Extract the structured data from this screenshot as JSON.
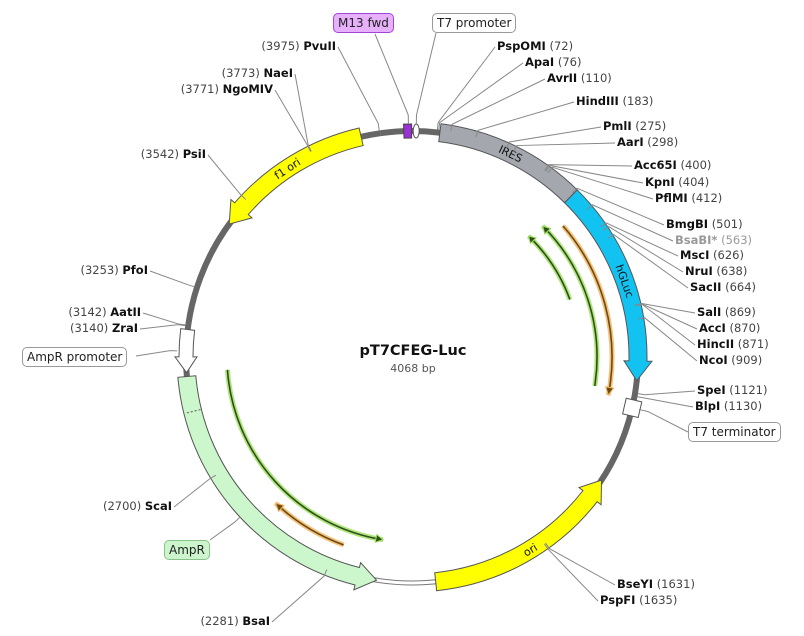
{
  "plasmid": {
    "name": "pT7CFEG-Luc",
    "size_label": "4068 bp",
    "length_bp": 4068
  },
  "colors": {
    "backbone": "#666666",
    "ires": "#a4a8ae",
    "hgluc": "#12c3f2",
    "ori": "#ffff00",
    "ampr": "#ccf7cc",
    "green_track": "#9be05a",
    "orange_track": "#f3b45a"
  },
  "features": [
    {
      "name": "IRES",
      "start": 80,
      "end": 505,
      "dir": "none",
      "color": "#a4a8ae",
      "label_inside": true
    },
    {
      "name": "hGLuc",
      "start": 505,
      "end": 1085,
      "dir": "fwd",
      "color": "#12c3f2",
      "label_inside": true
    },
    {
      "name": "ori",
      "start": 1390,
      "end": 1966,
      "dir": "rev",
      "color": "#ffff00",
      "label_inside": true
    },
    {
      "name": "AmpR",
      "start": 2136,
      "end": 2995,
      "dir": "rev",
      "color": "#ccf7cc",
      "label_inside": false
    },
    {
      "name": "AmpR promoter",
      "start": 3006,
      "end": 3130,
      "dir": "rev",
      "color": "#ffffff",
      "label_inside": false
    },
    {
      "name": "f1 ori",
      "start": 3458,
      "end": 3921,
      "dir": "rev",
      "color": "#ffff00",
      "label_inside": true
    }
  ],
  "feature_labels": {
    "m13_fwd": "M13 fwd",
    "t7_promoter": "T7 promoter",
    "t7_terminator": "T7 terminator",
    "ampr_promoter": "AmpR promoter",
    "ampr": "AmpR"
  },
  "small_features": {
    "m13_fwd_bp": 4058,
    "t7_promoter_bp": 12,
    "t7_terminator_bp": 1164
  },
  "sites": [
    {
      "name": "PspOMI",
      "pos": 72,
      "pos_label": "(72)"
    },
    {
      "name": "ApaI",
      "pos": 76,
      "pos_label": "(76)"
    },
    {
      "name": "AvrII",
      "pos": 110,
      "pos_label": "(110)"
    },
    {
      "name": "HindIII",
      "pos": 183,
      "pos_label": "(183)"
    },
    {
      "name": "PmlI",
      "pos": 275,
      "pos_label": "(275)"
    },
    {
      "name": "AarI",
      "pos": 298,
      "pos_label": "(298)"
    },
    {
      "name": "Acc65I",
      "pos": 400,
      "pos_label": "(400)"
    },
    {
      "name": "KpnI",
      "pos": 404,
      "pos_label": "(404)"
    },
    {
      "name": "PflMI",
      "pos": 412,
      "pos_label": "(412)"
    },
    {
      "name": "BmgBI",
      "pos": 501,
      "pos_label": "(501)"
    },
    {
      "name": "BsaBI*",
      "pos": 563,
      "pos_label": "(563)"
    },
    {
      "name": "MscI",
      "pos": 626,
      "pos_label": "(626)"
    },
    {
      "name": "NruI",
      "pos": 638,
      "pos_label": "(638)"
    },
    {
      "name": "SacII",
      "pos": 664,
      "pos_label": "(664)"
    },
    {
      "name": "SalI",
      "pos": 869,
      "pos_label": "(869)"
    },
    {
      "name": "AccI",
      "pos": 870,
      "pos_label": "(870)"
    },
    {
      "name": "HincII",
      "pos": 871,
      "pos_label": "(871)"
    },
    {
      "name": "NcoI",
      "pos": 909,
      "pos_label": "(909)"
    },
    {
      "name": "SpeI",
      "pos": 1121,
      "pos_label": "(1121)"
    },
    {
      "name": "BlpI",
      "pos": 1130,
      "pos_label": "(1130)"
    },
    {
      "name": "BseYI",
      "pos": 1631,
      "pos_label": "(1631)"
    },
    {
      "name": "PspFI",
      "pos": 1635,
      "pos_label": "(1635)"
    },
    {
      "name": "BsaI",
      "pos": 2281,
      "pos_label": "(2281)"
    },
    {
      "name": "ScaI",
      "pos": 2700,
      "pos_label": "(2700)"
    },
    {
      "name": "ZraI",
      "pos": 3140,
      "pos_label": "(3140)"
    },
    {
      "name": "AatII",
      "pos": 3142,
      "pos_label": "(3142)"
    },
    {
      "name": "PfoI",
      "pos": 3253,
      "pos_label": "(3253)"
    },
    {
      "name": "PsiI",
      "pos": 3542,
      "pos_label": "(3542)"
    },
    {
      "name": "NgoMIV",
      "pos": 3771,
      "pos_label": "(3771)"
    },
    {
      "name": "NaeI",
      "pos": 3773,
      "pos_label": "(3773)"
    },
    {
      "name": "PvuII",
      "pos": 3975,
      "pos_label": "(3975)"
    }
  ],
  "tracks": [
    {
      "type": "green",
      "start": 508,
      "end": 1119,
      "dir": "rev",
      "ring": 2
    },
    {
      "type": "green",
      "start": 497,
      "end": 791,
      "dir": "rev",
      "ring": 1
    },
    {
      "type": "orange",
      "start": 554,
      "end": 1141,
      "dir": "fwd",
      "ring": 3
    },
    {
      "type": "green",
      "start": 2136,
      "end": 3006,
      "dir": "rev",
      "ring": 2
    },
    {
      "type": "orange",
      "start": 2260,
      "end": 2520,
      "dir": "fwd",
      "ring": 3
    }
  ]
}
